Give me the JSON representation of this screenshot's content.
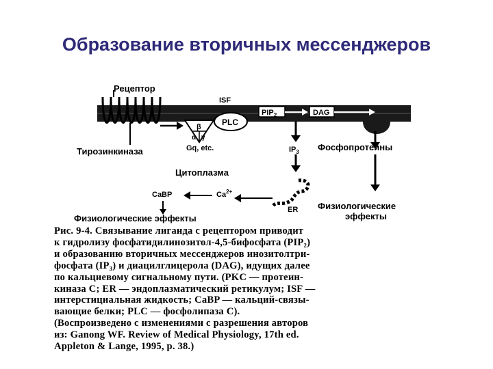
{
  "title": "Образование вторичных мессенджеров",
  "diagram": {
    "receptor": "Рецептор",
    "isf": "ISF",
    "pip": "PIP",
    "pip_sub": "2",
    "dag": "DAG",
    "beta": "β",
    "alpha": "α",
    "gamma": "γ",
    "plc": "PLC",
    "gq": "Gq, etc.",
    "tyrosine_kinase": "Тирозинкиназа",
    "ip": "IP",
    "ip_sub": "3",
    "phosphoproteins": "Фосфопротеины",
    "cytoplasm": "Цитоплазма",
    "cabp": "CaBP",
    "ca": "Ca",
    "ca_sup": "2+",
    "er": "ER",
    "phys_effects_right_1": "Физиологические",
    "phys_effects_right_2": "эффекты",
    "phys_effects_left": "Физиологические эффекты"
  },
  "caption": {
    "lines": [
      "Рис. 9-4. Связывание лиганда с рецептором приводит",
      "к гидролизу фосфатидилинозитол-4,5-бифосфата (PIP₂)",
      "и образованию вторичных мессенджеров инозитолтри-",
      "фосфата (IP₃) и диацилглицерола (DAG), идущих далее",
      "по кальциевому сигнальному пути. (PKC — протеин-",
      "киназа C; ER — эндоплазматический ретикулум; ISF —",
      "интерстициальная жидкость; CaBP — кальций-связы-",
      "вающие белки; PLC — фосфолипаза C).",
      "(Воспроизведено с изменениями с разрешения авторов",
      "из: Ganong WF. Review of Medical Physiology, 17th ed.",
      "Appleton & Lange, 1995, p. 38.)"
    ]
  }
}
